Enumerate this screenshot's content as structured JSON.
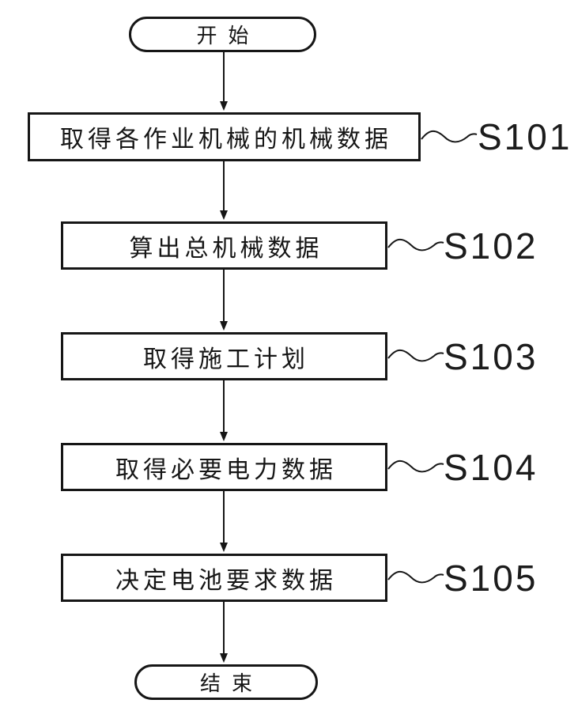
{
  "figure": {
    "type": "flowchart",
    "start_label": "开始",
    "end_label": "结束",
    "steps": [
      {
        "id": "S101",
        "label": "取得各作业机械的机械数据"
      },
      {
        "id": "S102",
        "label": "算出总机械数据"
      },
      {
        "id": "S103",
        "label": "取得施工计划"
      },
      {
        "id": "S104",
        "label": "取得必要电力数据"
      },
      {
        "id": "S105",
        "label": "决定电池要求数据"
      }
    ],
    "colors": {
      "line": "#161616",
      "background": "#ffffff"
    }
  }
}
